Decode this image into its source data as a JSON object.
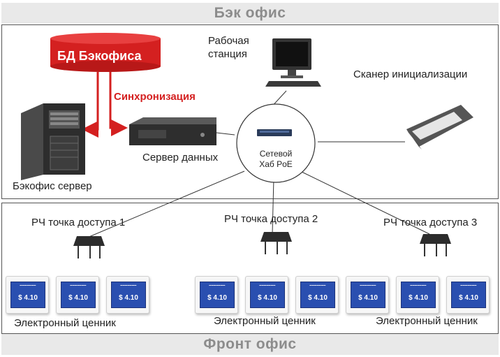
{
  "sections": {
    "back_office_title": "Бэк офис",
    "front_office_title": "Фронт офис"
  },
  "back_office": {
    "db_label": "БД Бэкофиса",
    "sync_label": "Синхронизация",
    "workstation_label_line1": "Рабочая",
    "workstation_label_line2": "станция",
    "scanner_label": "Сканер инициализации",
    "server_label": "Бэкофис сервер",
    "data_server_label": "Сервер данных",
    "hub_label_line1": "Сетевой",
    "hub_label_line2": "Хаб PoE"
  },
  "front_office": {
    "access_points": [
      {
        "label": "РЧ точка доступа 1"
      },
      {
        "label": "РЧ точка доступа 2"
      },
      {
        "label": "РЧ точка доступа 3"
      }
    ],
    "tag_group_label": "Электронный ценник",
    "tag_price": "$ 4.10"
  },
  "colors": {
    "db_red": "#d42020",
    "arrow_red": "#d42020",
    "tag_screen": "#2a4fb0",
    "band_gray": "#e9e9e9"
  }
}
